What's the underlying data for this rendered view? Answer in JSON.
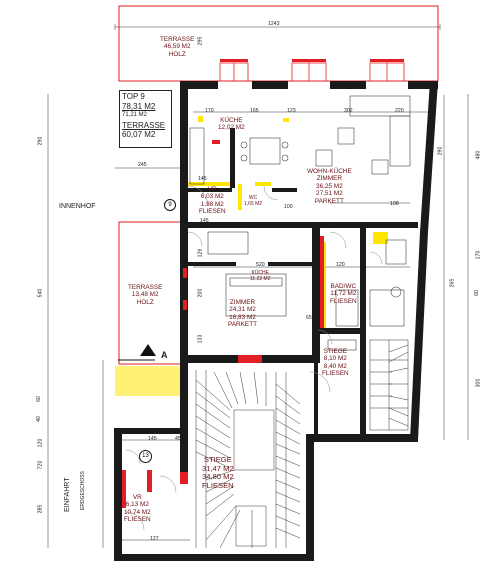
{
  "dims": {
    "total_width": "1243",
    "d245": "245",
    "d145_a": "145",
    "d170": "170",
    "d165": "165",
    "d123": "123",
    "d302": "302",
    "d220_top": "220",
    "d290_top": "290",
    "d480": "480",
    "d108": "108",
    "d145_b": "145",
    "d60": "60",
    "d120": "120",
    "d520": "520",
    "d295_top": "295",
    "d290_left": "290",
    "d540": "540",
    "d170_r": "170",
    "d60_r": "60",
    "d300_r": "300",
    "d265_r": "265",
    "d200": "200",
    "d133": "133",
    "d126": "126",
    "d65": "65",
    "d100": "100",
    "d60_l": "60",
    "d40": "40",
    "d120_l": "120",
    "d720": "720",
    "d285": "285",
    "d145_c": "145",
    "d45": "45",
    "d127": "127"
  },
  "top_box": {
    "line1": "TOP 9",
    "line2": "78,31 M2",
    "line3": "71,21 M2",
    "line4": "TERRASSE",
    "line5": "60,07 M2"
  },
  "rooms": {
    "terrasse_top": {
      "name": "TERRASSE",
      "area": "46,59 M2",
      "floor": "HOLZ"
    },
    "kueche_top": {
      "name": "KÜCHE",
      "area": "12,02 M2"
    },
    "wohn_kueche": {
      "name": "WOHN-KÜCHE",
      "sub": "ZIMMER",
      "area": "36,25 M2",
      "area2": "27,51 M2",
      "floor": "PARKETT"
    },
    "vr": {
      "name": "VR",
      "area": "6,03 M2",
      "area2": "1,98 M2",
      "floor": "FLIESEN"
    },
    "wc": {
      "name": "WC",
      "area": "1,65 M2"
    },
    "kueche_mid": {
      "name": "KÜCHE",
      "area": "11,22 M2"
    },
    "bad_wc": {
      "name": "BAD/WC",
      "area": "11,72 M2",
      "floor": "FLIESEN"
    },
    "terrasse_left": {
      "name": "TERRASSE",
      "area": "13,48 M2",
      "floor": "HOLZ"
    },
    "zimmer": {
      "name": "ZIMMER",
      "area": "24,31 M2",
      "area2": "16,83 M2",
      "floor": "PARKETT"
    },
    "stiege_small": {
      "name": "STIEGE",
      "area": "8,10 M2",
      "area2": "8,40 M2",
      "floor": "FLIESEN"
    },
    "stiege_big": {
      "name": "STIEGE",
      "area": "31,47 M2",
      "area2": "34,80 M2",
      "floor": "FLIESEN"
    },
    "vr_bottom": {
      "name": "VR",
      "area": "6,13 M2",
      "area2": "10,74 M2",
      "floor": "FLIESEN"
    }
  },
  "labels": {
    "innenhof": "INNENHOF",
    "einfahrt": "EINFAHRT",
    "erdgeschoss": "ERDGESCHOSS",
    "section_a": "A",
    "marker_9": "9",
    "marker_13": "13"
  },
  "colors": {
    "wall": "#1a1a1a",
    "red": "#e31e24",
    "yellow": "#ffe600",
    "room_text": "#6a0f12"
  }
}
